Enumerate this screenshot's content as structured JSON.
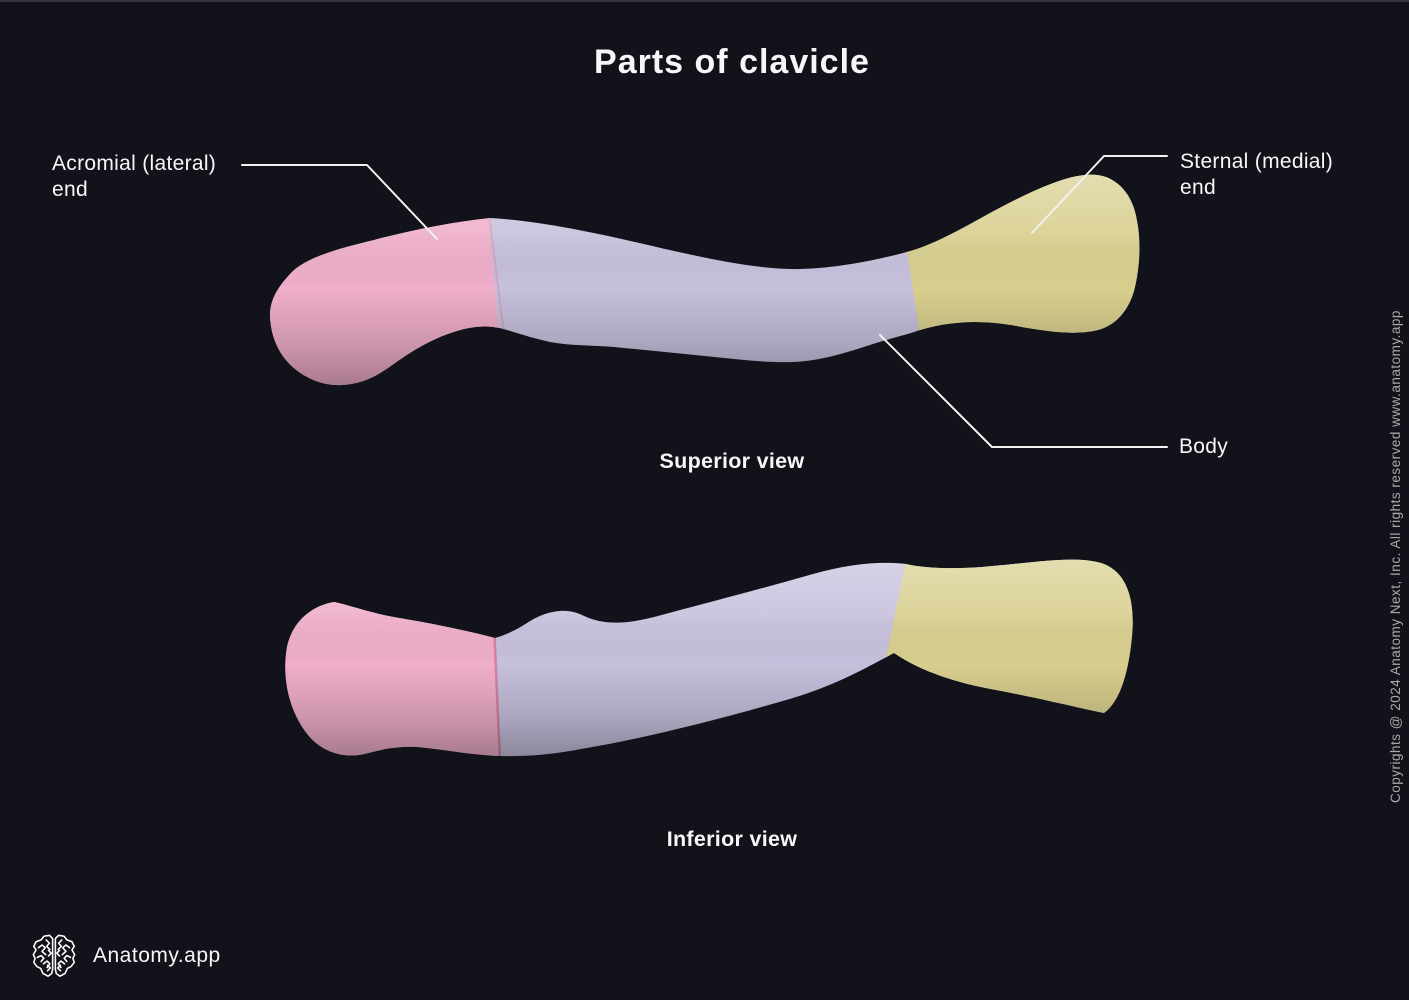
{
  "title": "Parts of clavicle",
  "labels": {
    "acromial": {
      "line1": "Acromial (lateral)",
      "line2": "end"
    },
    "sternal": {
      "line1": "Sternal (medial)",
      "line2": "end"
    },
    "body": "Body"
  },
  "captions": {
    "superior": "Superior view",
    "inferior": "Inferior view"
  },
  "watermark": "Copyrights @ 2024 Anatomy Next, Inc. All rights reserved www.anatomy.app",
  "brand": {
    "name": "Anatomy.app",
    "icon": "brain-icon"
  },
  "colors": {
    "background": "#12131a",
    "text": "#f7f7f9",
    "watermark_text": "#aaa9a7",
    "leader_line": "#f2f2f2",
    "acromial_end": "#efaec9",
    "body": "#c7c0dd",
    "sternal_end": "#d8cf8e"
  }
}
